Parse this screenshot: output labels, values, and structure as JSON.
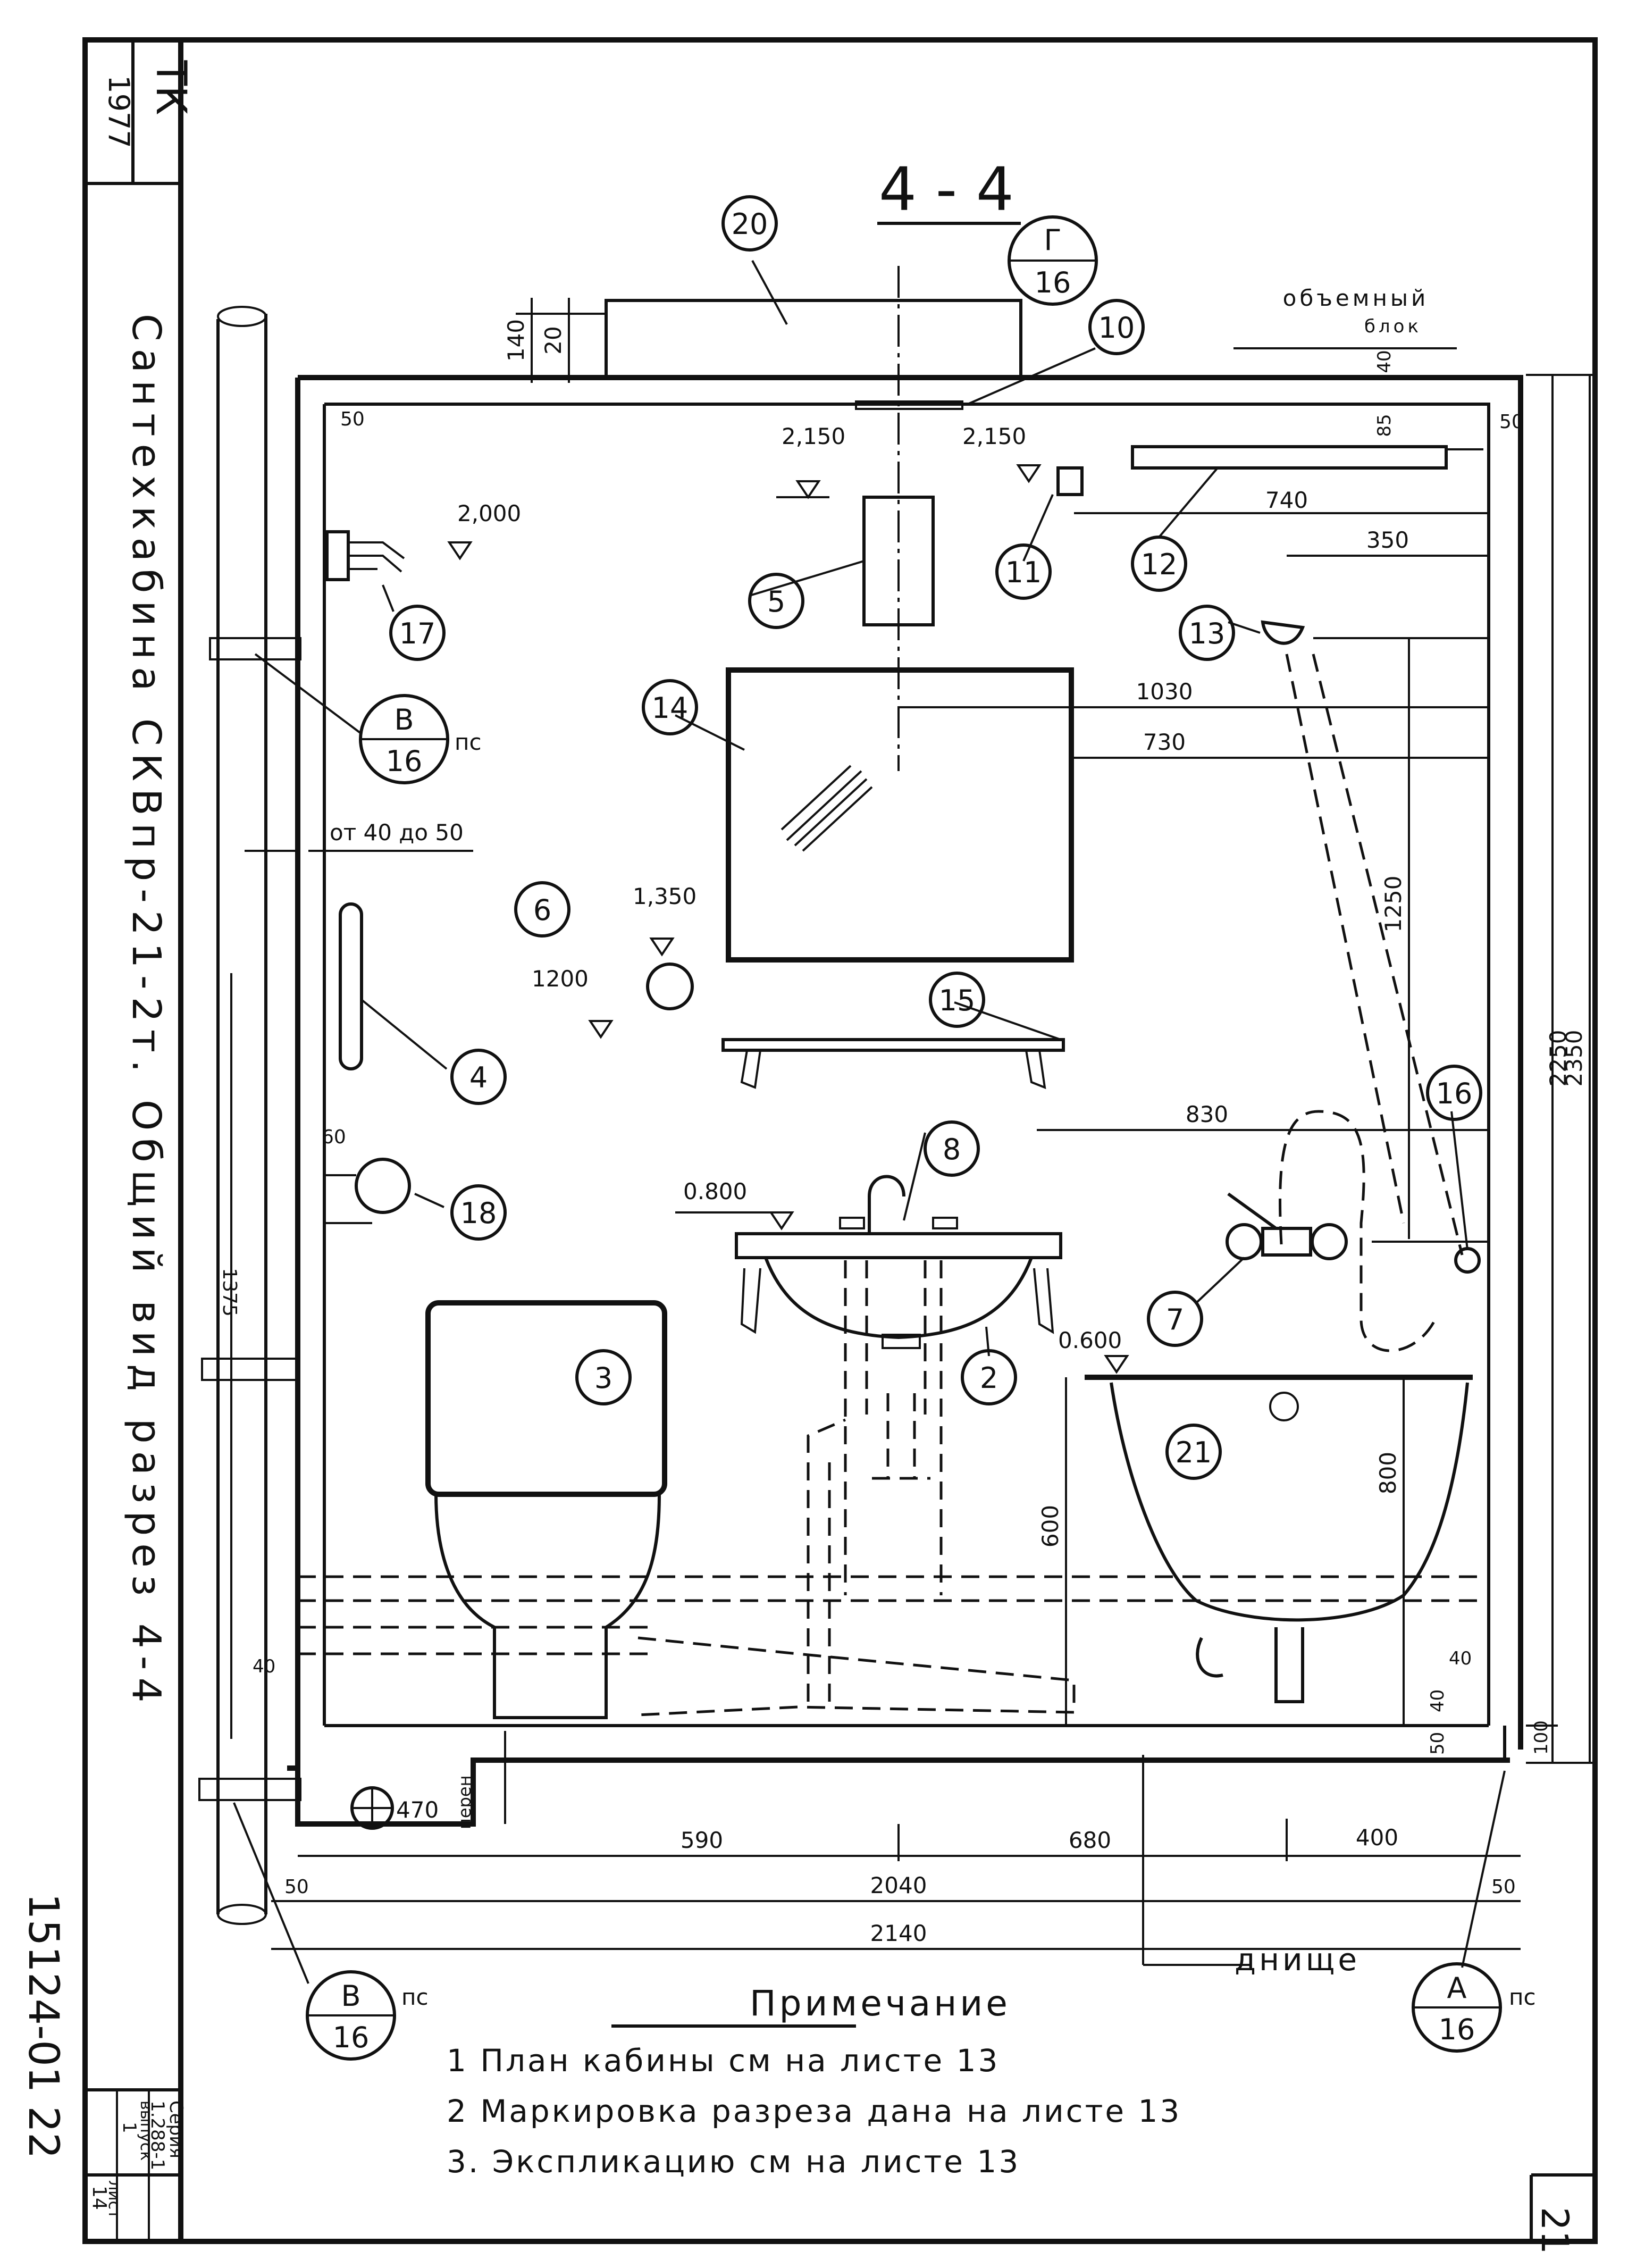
{
  "titleblock": {
    "top": "ТК",
    "year": "1977",
    "series_label": "Серия",
    "series": "1.288-1",
    "issue_label": "выпуск",
    "issue": "1",
    "sheet_label": "лист",
    "sheet": "14",
    "page": "21",
    "code": "15124-01 22"
  },
  "side_title": "Сантехкабина  СКВпр-21-2т.  Общий вид  разрез 4-4",
  "section_title": "4 - 4",
  "notes": {
    "heading": "Примечание",
    "items": [
      "1 План кабины см на листе 13",
      "2 Маркировка разреза дана на листе 13",
      "3. Экспликацию см на листе 13"
    ]
  },
  "callouts": {
    "c2": "2",
    "c3": "3",
    "c4": "4",
    "c5": "5",
    "c6": "6",
    "c7": "7",
    "c8": "8",
    "c10": "10",
    "c11": "11",
    "c12": "12",
    "c13": "13",
    "c14": "14",
    "c15": "15",
    "c16": "16",
    "c17": "17",
    "c18": "18",
    "c20": "20",
    "c21": "21"
  },
  "sections": {
    "g": {
      "top": "Г",
      "bottom": "16"
    },
    "v1": {
      "top": "В",
      "bottom": "16",
      "suffix": "пс"
    },
    "v2": {
      "top": "В",
      "bottom": "16",
      "suffix": "пс"
    },
    "a": {
      "top": "А",
      "bottom": "16",
      "suffix": "пс"
    }
  },
  "labels": {
    "volume_block_1": "объемный",
    "volume_block_2": "блок",
    "bottom": "днище",
    "peren": "перен",
    "from_to": "от 40 до 50",
    "d470": "470"
  },
  "dims": {
    "d140": "140",
    "d20": "20",
    "d40_top": "40",
    "d85": "85",
    "d50_tr": "50",
    "d50_tl": "50",
    "lvl2150a": "2,150",
    "lvl2150b": "2,150",
    "lvl2000": "2,000",
    "lvl1350": "1,350",
    "lvl1200": "1200",
    "lvl0800": "0.800",
    "lvl0600": "0.600",
    "d740": "740",
    "d350": "350",
    "d1030": "1030",
    "d730": "730",
    "d1250": "1250",
    "d830": "830",
    "d800": "800",
    "d600": "600",
    "d1375": "1375",
    "d60": "60",
    "d40_l": "40",
    "d40_r": "40",
    "d40_r2": "40",
    "d50_r": "50",
    "d100": "100",
    "d2250": "2250",
    "d2350": "2350",
    "d590": "590",
    "d680": "680",
    "d400": "400",
    "d2040": "2040",
    "d2140": "2140",
    "d50_bl": "50",
    "d50_br": "50"
  }
}
